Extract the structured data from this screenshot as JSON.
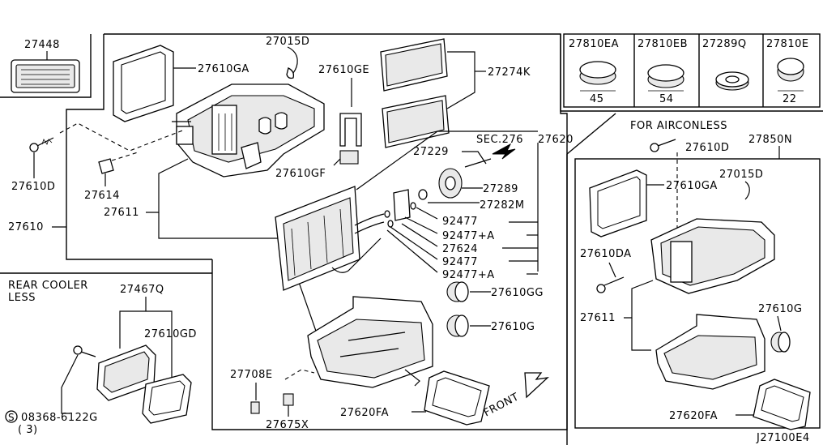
{
  "figure_code": "J27100E4",
  "notes": {
    "rear_cooler_less_line1": "REAR COOLER",
    "rear_cooler_less_line2": "LESS",
    "for_airconless": "FOR AIRCONLESS",
    "front": "FRONT",
    "sec": "SEC.276"
  },
  "parts": {
    "p27448": "27448",
    "p27015D": "27015D",
    "p27610GA": "27610GA",
    "p27610GE": "27610GE",
    "p27274K": "27274K",
    "p27610D": "27610D",
    "p27614": "27614",
    "p27611": "27611",
    "p27610GF": "27610GF",
    "p27610": "27610",
    "p27620": "27620",
    "p27229": "27229",
    "p27289": "27289",
    "p27282M": "27282M",
    "p92477_1": "92477",
    "p92477A_1": "92477+A",
    "p27624": "27624",
    "p92477_2": "92477",
    "p92477A_2": "92477+A",
    "p27610GG": "27610GG",
    "p27610G": "27610G",
    "p27708E": "27708E",
    "p27675X": "27675X",
    "p27620FA": "27620FA",
    "p27467Q": "27467Q",
    "p27610GD": "27610GD",
    "p08368": "08368-6122G",
    "p08368_qty": "( 3)",
    "s_symbol": "S",
    "p27810EA": "27810EA",
    "p27810EB": "27810EB",
    "p27289Q": "27289Q",
    "p27810E": "27810E",
    "size45": "45",
    "size54": "54",
    "size22": "22",
    "r27610D": "27610D",
    "r27850N": "27850N",
    "r27610GA": "27610GA",
    "r27015D": "27015D",
    "r27610DA": "27610DA",
    "r27611": "27611",
    "r27610G": "27610G",
    "r27620FA": "27620FA"
  }
}
